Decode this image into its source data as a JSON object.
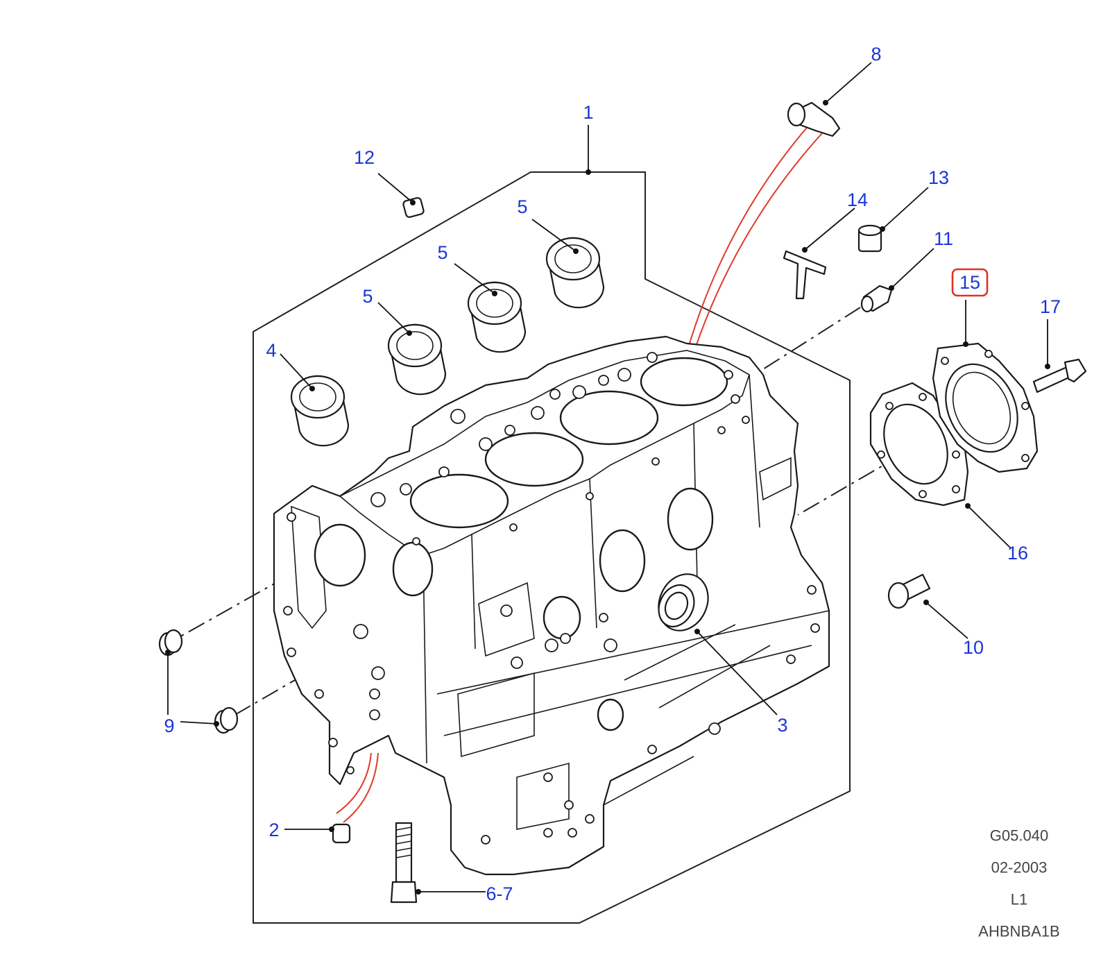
{
  "diagram": {
    "callouts": {
      "c1": "1",
      "c2": "2",
      "c3": "3",
      "c4": "4",
      "c5a": "5",
      "c5b": "5",
      "c5c": "5",
      "c67": "6-7",
      "c8": "8",
      "c9": "9",
      "c10": "10",
      "c11": "11",
      "c12": "12",
      "c13": "13",
      "c14": "14",
      "c15": "15",
      "c16": "16",
      "c17": "17"
    },
    "highlighted_callout": "15",
    "info": {
      "ref": "G05.040",
      "date": "02-2003",
      "code": "L1",
      "part_code": "AHBNBA1B"
    },
    "colors": {
      "callout_text": "#1a35d8",
      "highlight_box": "#e0302a",
      "red_leader": "#e03a2a",
      "line_art": "#1a1a1a",
      "background": "#ffffff"
    }
  }
}
